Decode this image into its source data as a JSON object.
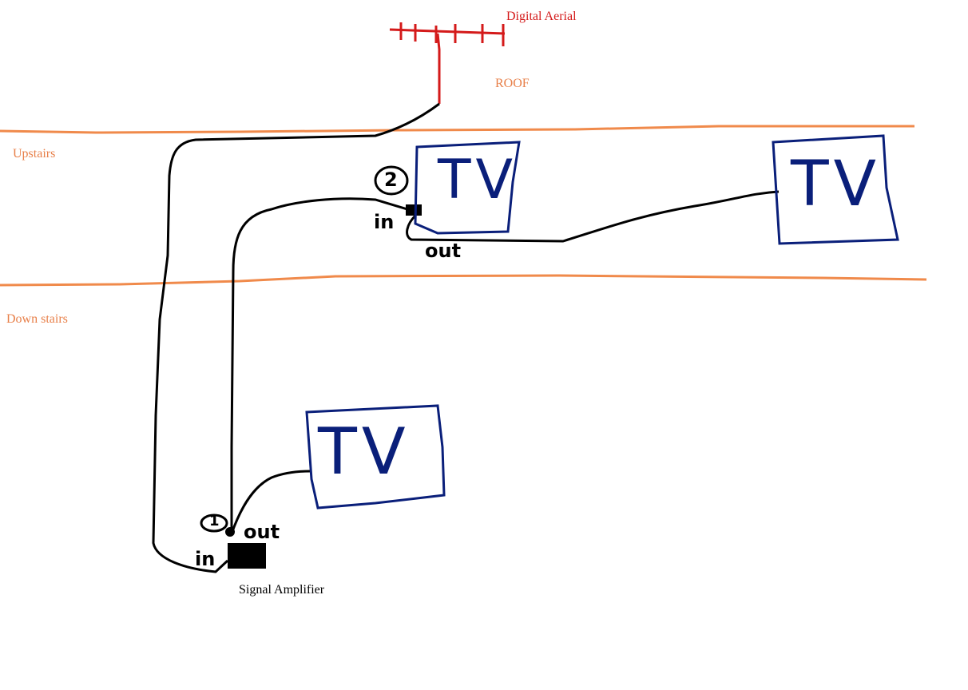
{
  "labels": {
    "aerial": "Digital Aerial",
    "roof": "ROOF",
    "upstairs": "Upstairs",
    "downstairs": "Down stairs",
    "amplifier": "Signal Amplifier"
  },
  "tvs": {
    "upstairs_left": "TV",
    "upstairs_right": "TV",
    "downstairs": "TV"
  },
  "ports": {
    "amp_in": "in",
    "amp_out": "out",
    "amp_number": "1",
    "tv2_in": "in",
    "tv2_out": "out",
    "tv2_number": "2"
  },
  "colors": {
    "aerial": "#d41a1a",
    "floor_line": "#f08a4b",
    "floor_text": "#e8804a",
    "cable": "#000000",
    "tv_outline": "#0a1f7a"
  }
}
